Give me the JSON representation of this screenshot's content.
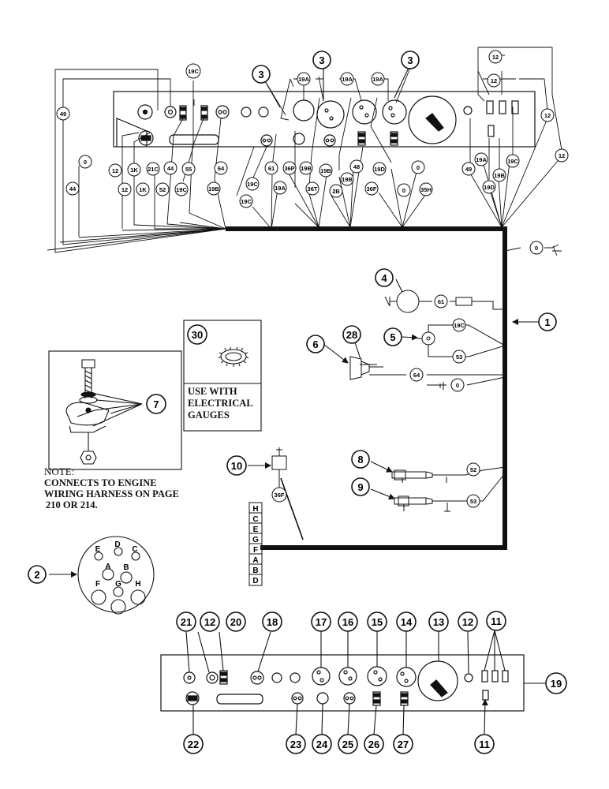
{
  "callouts": {
    "c1": "1",
    "c2": "2",
    "c3a": "3",
    "c3b": "3",
    "c3c": "3",
    "c4": "4",
    "c5": "5",
    "c6": "6",
    "c7": "7",
    "c8": "8",
    "c9": "9",
    "c10": "10",
    "c11a": "11",
    "c11b": "11",
    "c12a": "12",
    "c13": "13",
    "c14": "14",
    "c15": "15",
    "c16": "16",
    "c17": "17",
    "c18": "18",
    "c19": "19",
    "c20": "20",
    "c21": "21",
    "c22": "22",
    "c23": "23",
    "c24": "24",
    "c25": "25",
    "c26": "26",
    "c27": "27",
    "c28": "28",
    "c30": "30"
  },
  "wires": {
    "w49a": "49",
    "w0a": "0",
    "w44a": "44",
    "w12a": "12",
    "w12b": "12",
    "w1ka": "1K",
    "w1kb": "1K",
    "w21c": "21C",
    "w44b": "44",
    "w52a": "52",
    "w19c1": "19C",
    "w55": "55",
    "w19c_top": "19C",
    "w64a": "64",
    "w19b1": "19B",
    "w19c2": "19C",
    "w19c3": "19C",
    "w61a": "61",
    "w19a1": "19A",
    "w36p": "36P",
    "w19b2": "19B",
    "w36t": "36T",
    "w19b3": "19B",
    "w48": "48",
    "w2b": "2B",
    "w19b4": "19B",
    "w19d1": "19D",
    "w36f1": "36F",
    "w0b": "0",
    "w0c": "0",
    "w35h": "35H",
    "w49b": "49",
    "w19a2": "19A",
    "w19c4": "19C",
    "w19b5": "19B",
    "w19d2": "19D",
    "w12c": "12",
    "w12d": "12",
    "w12e": "12",
    "w12f": "12",
    "w19a_t1": "19A",
    "w19a_t2": "19A",
    "w19a_t3": "19A",
    "w0d": "0",
    "w61b": "61",
    "w19c5": "19C",
    "w53a": "53",
    "w64b": "64",
    "w0e": "0",
    "w52b": "52",
    "w53b": "53",
    "w36f2": "36F"
  },
  "connector_pins": [
    "H",
    "C",
    "E",
    "G",
    "F",
    "A",
    "B",
    "D"
  ],
  "plug_pins": {
    "e": "E",
    "d": "D",
    "c": "C",
    "a": "A",
    "b": "B",
    "f": "F",
    "g": "G",
    "h": "H"
  },
  "note": {
    "title": "NOTE:",
    "line1": "CONNECTS TO ENGINE",
    "line2": "WIRING HARNESS ON PAGE",
    "line3": "210 OR 214."
  },
  "gauge_note": {
    "line1": "USE WITH",
    "line2": "ELECTRICAL",
    "line3": "GAUGES"
  }
}
